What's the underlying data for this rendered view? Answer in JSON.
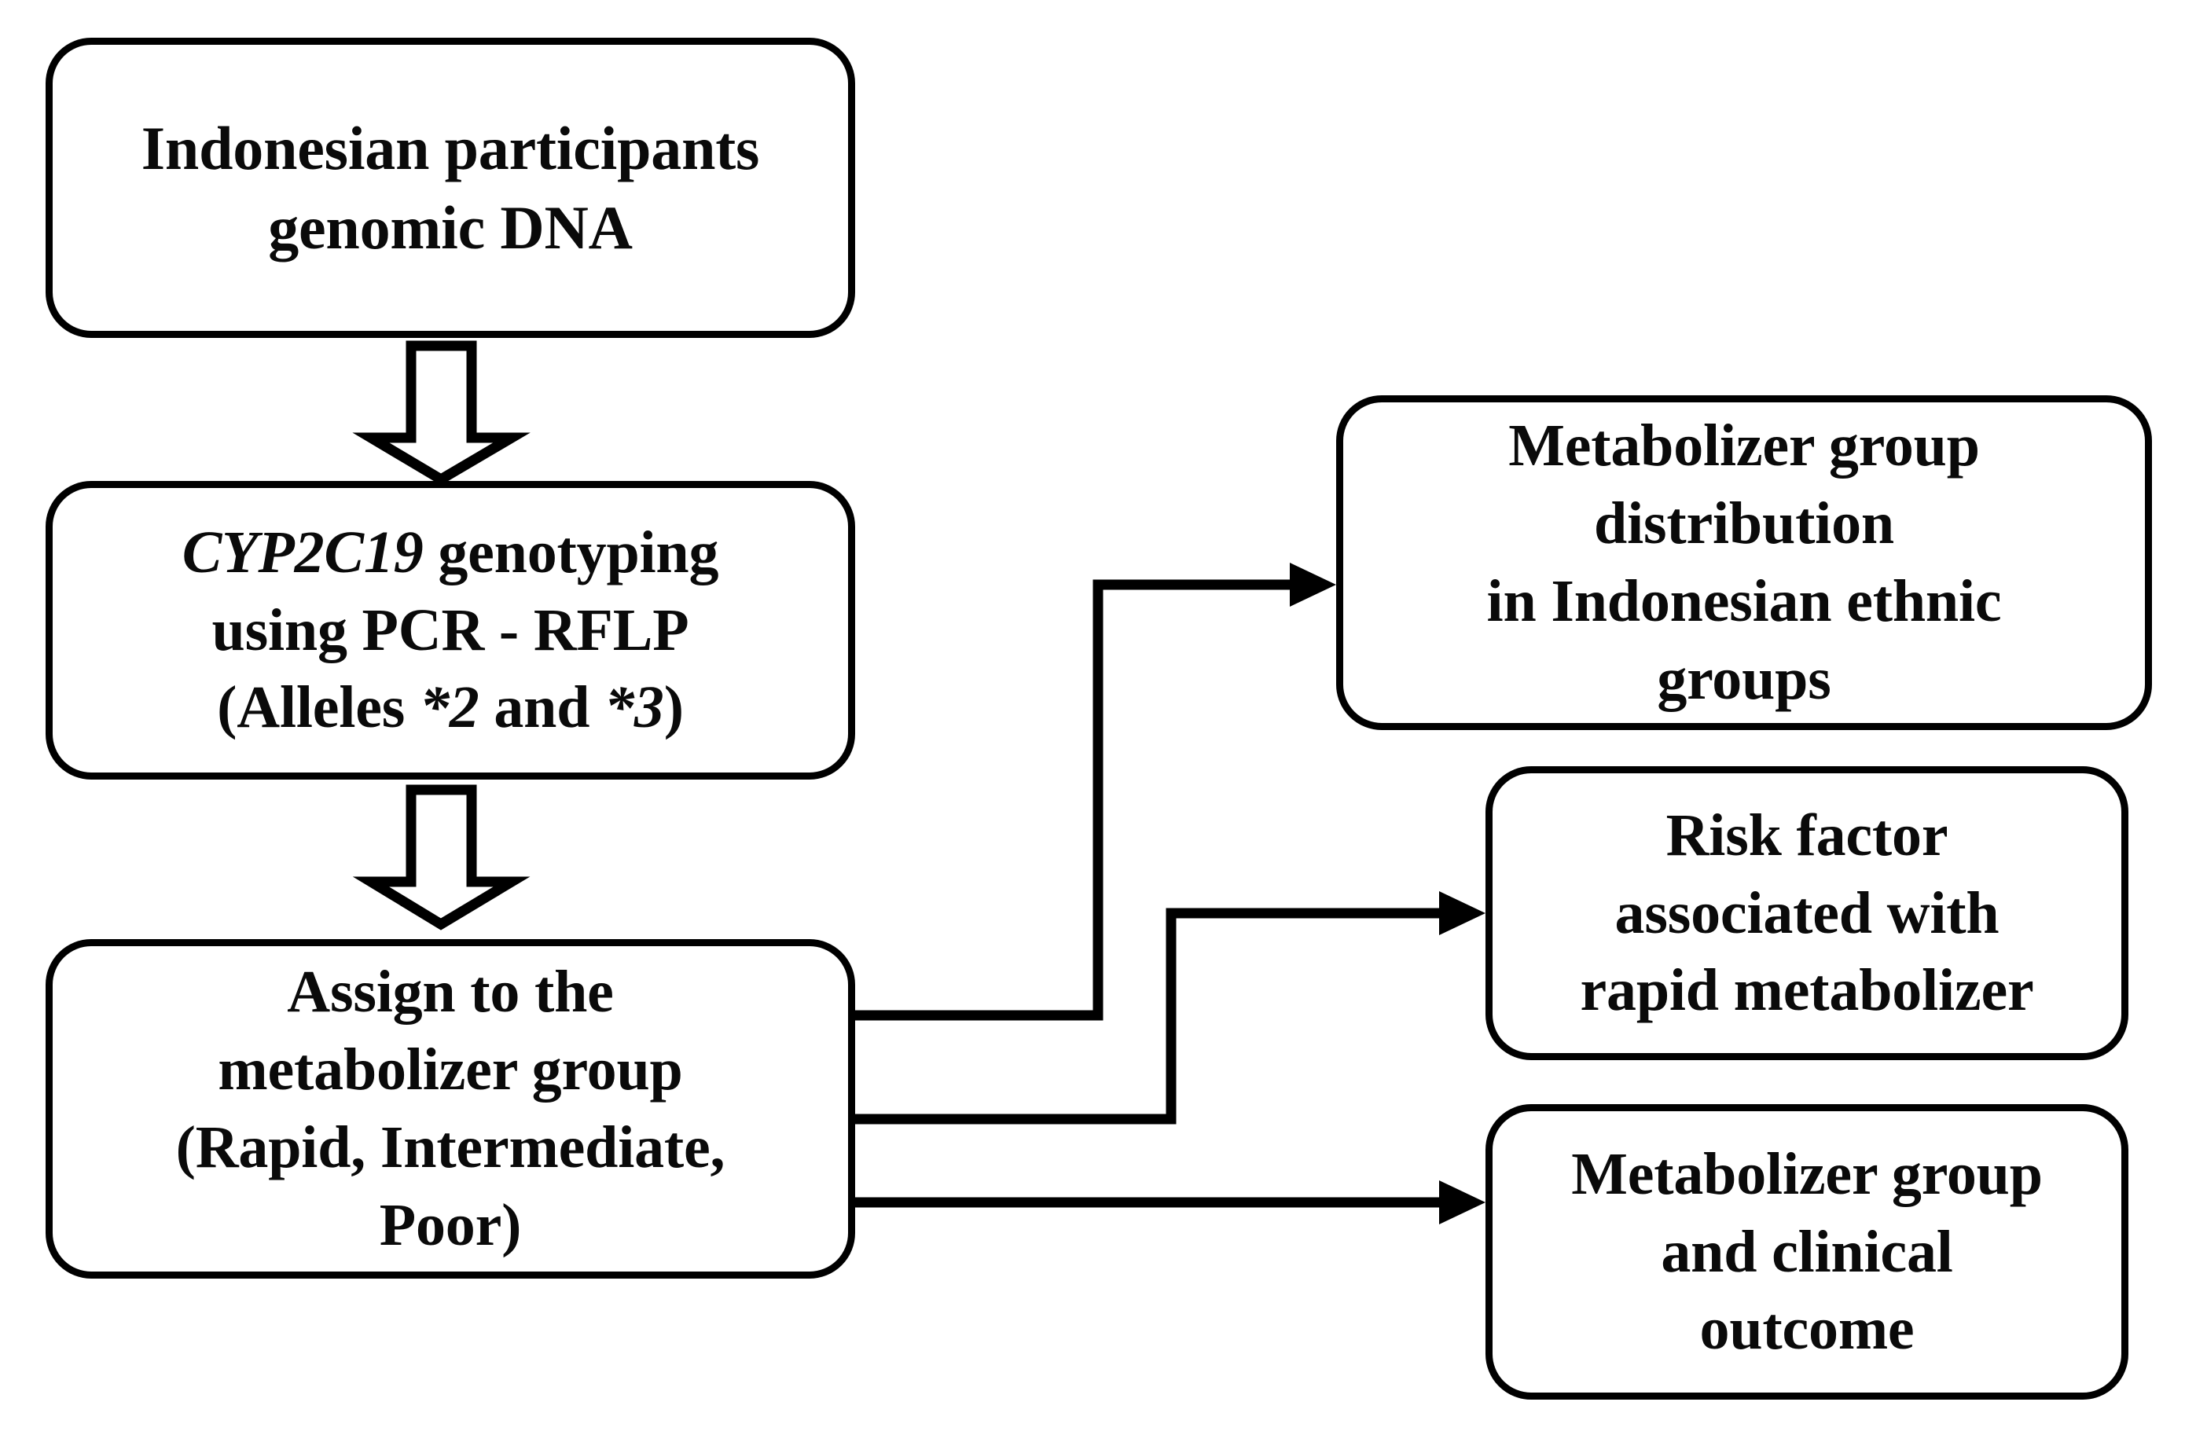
{
  "diagram": {
    "title": "CYP2C19 genotyping study workflow",
    "background_color": "#ffffff",
    "stroke_color": "#000000",
    "text_color": "#0a0a0a"
  },
  "nodes": {
    "source": {
      "text": "Indonesian participants\ngenomic DNA"
    },
    "genotyping": {
      "gene": "CYP2C19",
      "line1_rest": " genotyping",
      "line2": "using PCR - RFLP",
      "line3_pre": "(Alleles ",
      "allele_a": "*2",
      "line3_mid": " and ",
      "allele_b": "*3",
      "line3_post": ")"
    },
    "assign": {
      "text": "Assign to the\nmetabolizer group\n(Rapid, Intermediate,\nPoor)"
    },
    "distribution": {
      "text": "Metabolizer group\ndistribution\nin Indonesian ethnic\ngroups"
    },
    "riskfactor": {
      "text": "Risk factor\nassociated with\nrapid metabolizer"
    },
    "outcome": {
      "text": "Metabolizer group\nand clinical\noutcome"
    }
  },
  "connectors": [
    {
      "name": "source-to-genotyping",
      "style": "hollow-block-arrow",
      "direction": "down",
      "from": "source",
      "to": "genotyping"
    },
    {
      "name": "genotyping-to-assign",
      "style": "hollow-block-arrow",
      "direction": "down",
      "from": "genotyping",
      "to": "assign"
    },
    {
      "name": "assign-to-distribution",
      "style": "elbow-line-arrow",
      "direction": "right",
      "from": "assign",
      "to": "distribution"
    },
    {
      "name": "assign-to-riskfactor",
      "style": "elbow-line-arrow",
      "direction": "right",
      "from": "assign",
      "to": "riskfactor"
    },
    {
      "name": "assign-to-outcome",
      "style": "straight-line-arrow",
      "direction": "right",
      "from": "assign",
      "to": "outcome"
    }
  ]
}
